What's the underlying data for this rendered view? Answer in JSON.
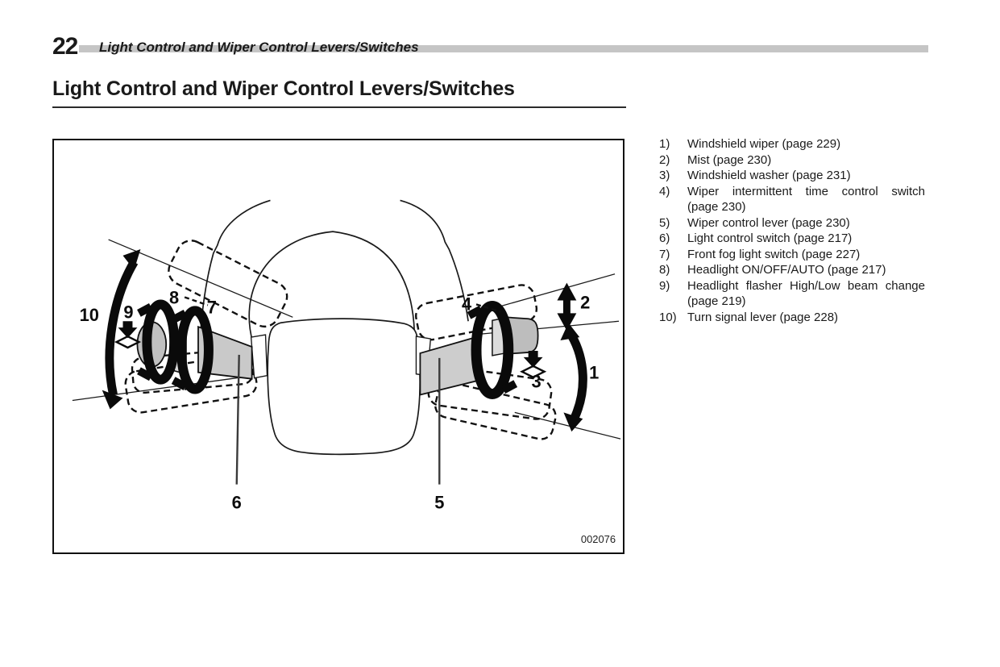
{
  "header": {
    "page_number": "22",
    "running_title": "Light Control and Wiper Control Levers/Switches"
  },
  "title": "Light Control and Wiper Control Levers/Switches",
  "figure": {
    "code": "002076",
    "callouts": {
      "c1": "1",
      "c2": "2",
      "c3": "3",
      "c4": "4",
      "c5": "5",
      "c6": "6",
      "c7": "7",
      "c8": "8",
      "c9": "9",
      "c10": "10"
    }
  },
  "legend": {
    "items": [
      {
        "num": "1)",
        "line1": "Windshield wiper (page 229)",
        "line2": ""
      },
      {
        "num": "2)",
        "line1": "Mist (page 230)",
        "line2": ""
      },
      {
        "num": "3)",
        "line1": "Windshield washer (page 231)",
        "line2": ""
      },
      {
        "num": "4)",
        "line1": "Wiper intermittent time control switch",
        "line2": "(page 230)"
      },
      {
        "num": "5)",
        "line1": "Wiper control lever (page 230)",
        "line2": ""
      },
      {
        "num": "6)",
        "line1": "Light control switch (page 217)",
        "line2": ""
      },
      {
        "num": "7)",
        "line1": "Front fog light switch (page 227)",
        "line2": ""
      },
      {
        "num": "8)",
        "line1": "Headlight ON/OFF/AUTO (page 217)",
        "line2": ""
      },
      {
        "num": "9)",
        "line1": "Headlight flasher High/Low beam change",
        "line2": "(page 219)"
      },
      {
        "num": "10)",
        "line1": "Turn signal lever (page 228)",
        "line2": ""
      }
    ]
  },
  "colors": {
    "header_bar": "#c5c5c5",
    "line": "#1a1a1a",
    "stalk_gray": "#c9c9c9"
  }
}
